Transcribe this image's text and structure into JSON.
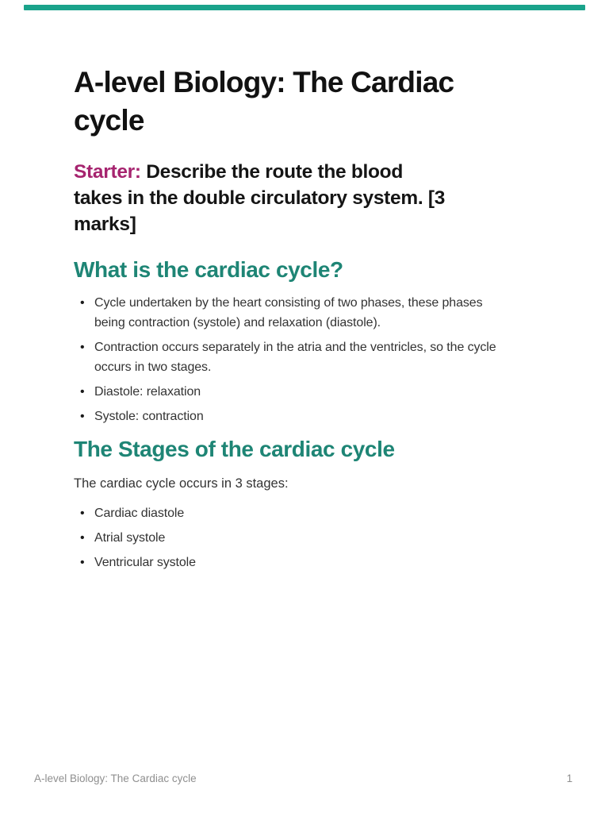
{
  "page": {
    "accent_bar_color": "#1aa38b",
    "background_color": "#ffffff"
  },
  "document": {
    "title": "A-level Biology: The Cardiac\ncycle",
    "starter": {
      "label": "Starter:",
      "label_color": "#a6246f",
      "text": " Describe the route the blood\ntakes in the double circulatory system. [3\nmarks]"
    },
    "heading_color": "#1e8575",
    "sections": [
      {
        "heading": "What is the cardiac cycle?",
        "intro": "",
        "bullets": [
          "Cycle undertaken by the heart consisting of two phases, these phases\nbeing contraction (systole) and relaxation (diastole).",
          "Contraction occurs separately in the atria and the ventricles, so the cycle\noccurs in two stages.",
          "Diastole: relaxation",
          "Systole: contraction"
        ]
      },
      {
        "heading": "The Stages of the cardiac cycle",
        "intro": "The cardiac cycle occurs in 3 stages:",
        "bullets": [
          "Cardiac diastole",
          "Atrial systole",
          "Ventricular systole"
        ]
      }
    ]
  },
  "footer": {
    "title": "A-level Biology: The Cardiac cycle",
    "page_number": "1"
  }
}
